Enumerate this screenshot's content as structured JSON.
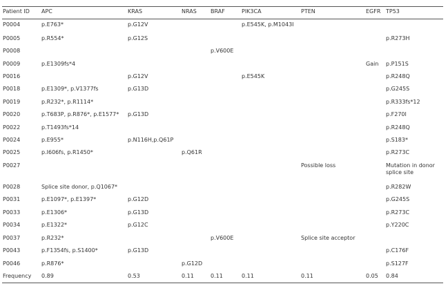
{
  "table": {
    "headers": [
      "Patient ID",
      "APC",
      "KRAS",
      "NRAS",
      "BRAF",
      "PIK3CA",
      "PTEN",
      "EGFR",
      "TP53"
    ],
    "rows": [
      [
        "P0004",
        "p.E763*",
        "p.G12V",
        "",
        "",
        "p.E545K, p.M1043I",
        "",
        "",
        ""
      ],
      [
        "P0005",
        "p.R554*",
        "p.G12S",
        "",
        "",
        "",
        "",
        "",
        "p.R273H"
      ],
      [
        "P0008",
        "",
        "",
        "",
        "p.V600E",
        "",
        "",
        "",
        ""
      ],
      [
        "P0009",
        "p.E1309fs*4",
        "",
        "",
        "",
        "",
        "",
        "Gain",
        "p.P151S"
      ],
      [
        "P0016",
        "",
        "p.G12V",
        "",
        "",
        "p.E545K",
        "",
        "",
        "p.R248Q"
      ],
      [
        "P0018",
        "p.E1309*, p.V1377fs",
        "p.G13D",
        "",
        "",
        "",
        "",
        "",
        "p.G245S"
      ],
      [
        "P0019",
        "p.R232*, p.R1114*",
        "",
        "",
        "",
        "",
        "",
        "",
        "p.R333fs*12"
      ],
      [
        "P0020",
        "p.T683P, p.R876*, p.E1577*",
        "p.G13D",
        "",
        "",
        "",
        "",
        "",
        "p.F270I"
      ],
      [
        "P0022",
        "p.T1493fs*14",
        "",
        "",
        "",
        "",
        "",
        "",
        "p.R248Q"
      ],
      [
        "P0024",
        "p.E955*",
        "p.N116H,p.Q61P",
        "",
        "",
        "",
        "",
        "",
        "p.S183*"
      ],
      [
        "P0025",
        "p.I606fs, p.R1450*",
        "",
        "p.Q61R",
        "",
        "",
        "",
        "",
        "p.R273C"
      ],
      [
        "P0027",
        "",
        "",
        "",
        "",
        "",
        "Possible loss",
        "",
        "Mutation in donor splice site"
      ],
      [
        "P0028",
        "Splice site donor, p.Q1067*",
        "",
        "",
        "",
        "",
        "",
        "",
        "p.R282W"
      ],
      [
        "P0031",
        "p.E1097*, p.E1397*",
        "p.G12D",
        "",
        "",
        "",
        "",
        "",
        "p.G245S"
      ],
      [
        "P0033",
        "p.E1306*",
        "p.G13D",
        "",
        "",
        "",
        "",
        "",
        "p.R273C"
      ],
      [
        "P0034",
        "p.E1322*",
        "p.G12C",
        "",
        "",
        "",
        "",
        "",
        "p.Y220C"
      ],
      [
        "P0037",
        "p.R232*",
        "",
        "",
        "p.V600E",
        "",
        "Splice site acceptor",
        "",
        ""
      ],
      [
        "P0043",
        "p.F1354fs, p.S1400*",
        "p.G13D",
        "",
        "",
        "",
        "",
        "",
        "p.C176F"
      ],
      [
        "P0046",
        "p.R876*",
        "",
        "p.G12D",
        "",
        "",
        "",
        "",
        "p.S127F"
      ],
      [
        "Frequency",
        "0.89",
        "0.53",
        "0.11",
        "0.11",
        "0.11",
        "0.11",
        "0.05",
        "0.84"
      ]
    ]
  }
}
